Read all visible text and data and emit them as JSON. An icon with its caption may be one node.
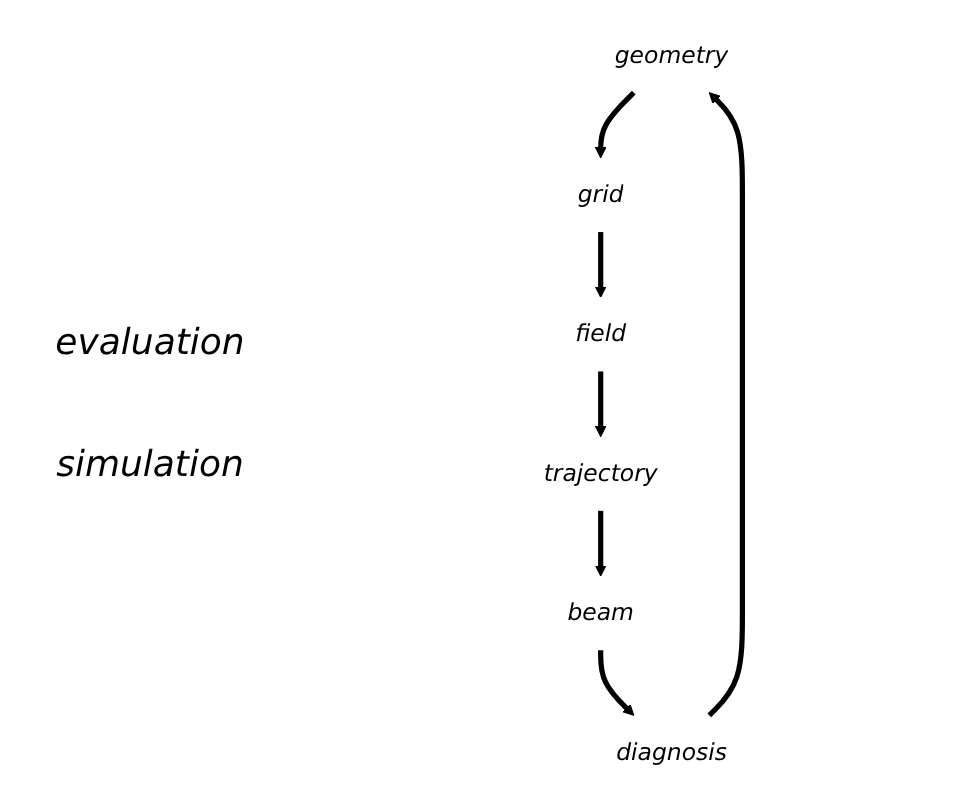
{
  "diagram": {
    "nodes": [
      {
        "text": [
          "geometry"
        ]
      },
      {
        "text": [
          "grid"
        ]
      },
      {
        "text": [
          "field"
        ]
      },
      {
        "text": [
          "trajectory"
        ]
      },
      {
        "text": [
          "beam"
        ]
      },
      {
        "text": [
          "diagnosis"
        ]
      }
    ],
    "edges": [
      {
        "from": 0,
        "to": 1,
        "arrow": "to"
      },
      {
        "from": 1,
        "to": 2,
        "arrow": "to"
      },
      {
        "from": 2,
        "to": 3,
        "arrow": "to"
      },
      {
        "from": 3,
        "to": 4,
        "arrow": "to"
      },
      {
        "from": 4,
        "to": 5,
        "arrow": "to"
      },
      {
        "from": 5,
        "to": 0,
        "arrow": "to"
      }
    ],
    "labels": [
      "evaluation",
      "simulation"
    ]
  }
}
